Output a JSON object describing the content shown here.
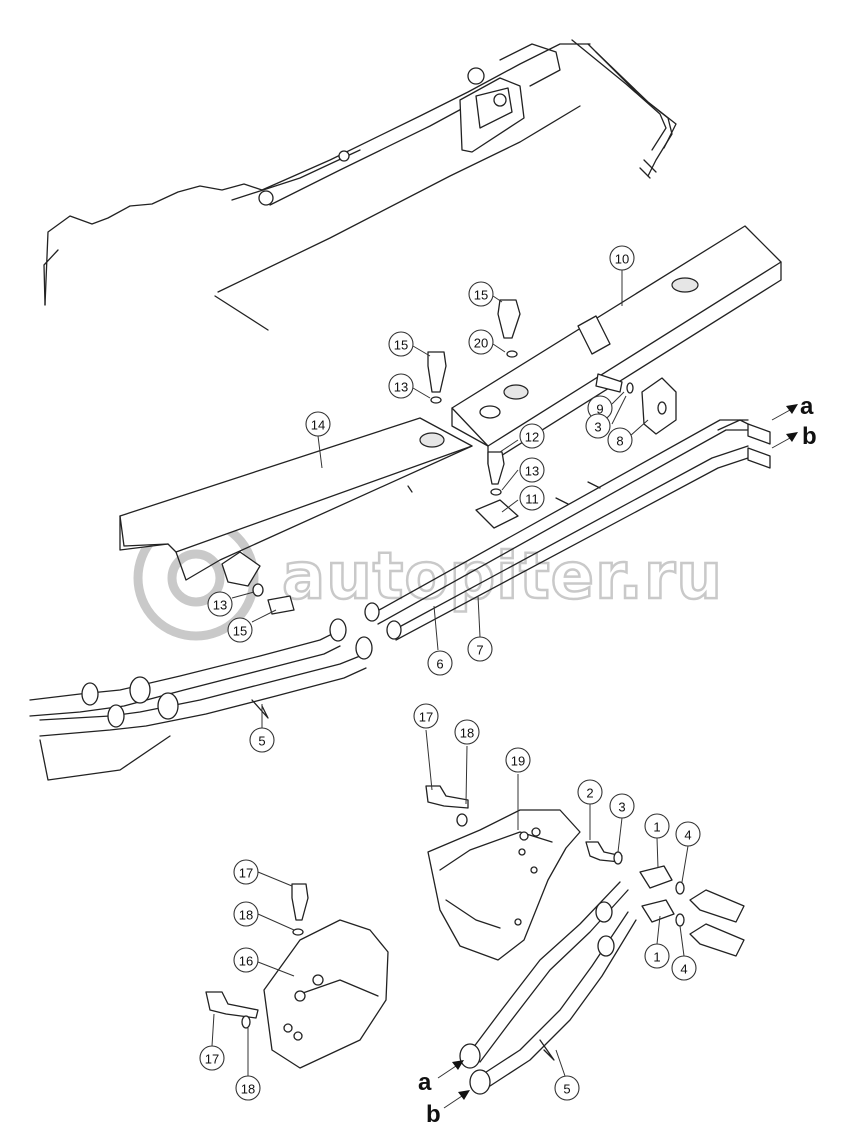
{
  "watermark": {
    "text": "autopiter.ru",
    "logo_icon": "autopiter-logo-icon"
  },
  "callouts": [
    "1",
    "2",
    "3",
    "4",
    "5",
    "6",
    "7",
    "8",
    "9",
    "10",
    "11",
    "12",
    "13",
    "14",
    "15",
    "16",
    "17",
    "18",
    "19",
    "20"
  ],
  "connections": {
    "a": "a",
    "b": "b"
  }
}
